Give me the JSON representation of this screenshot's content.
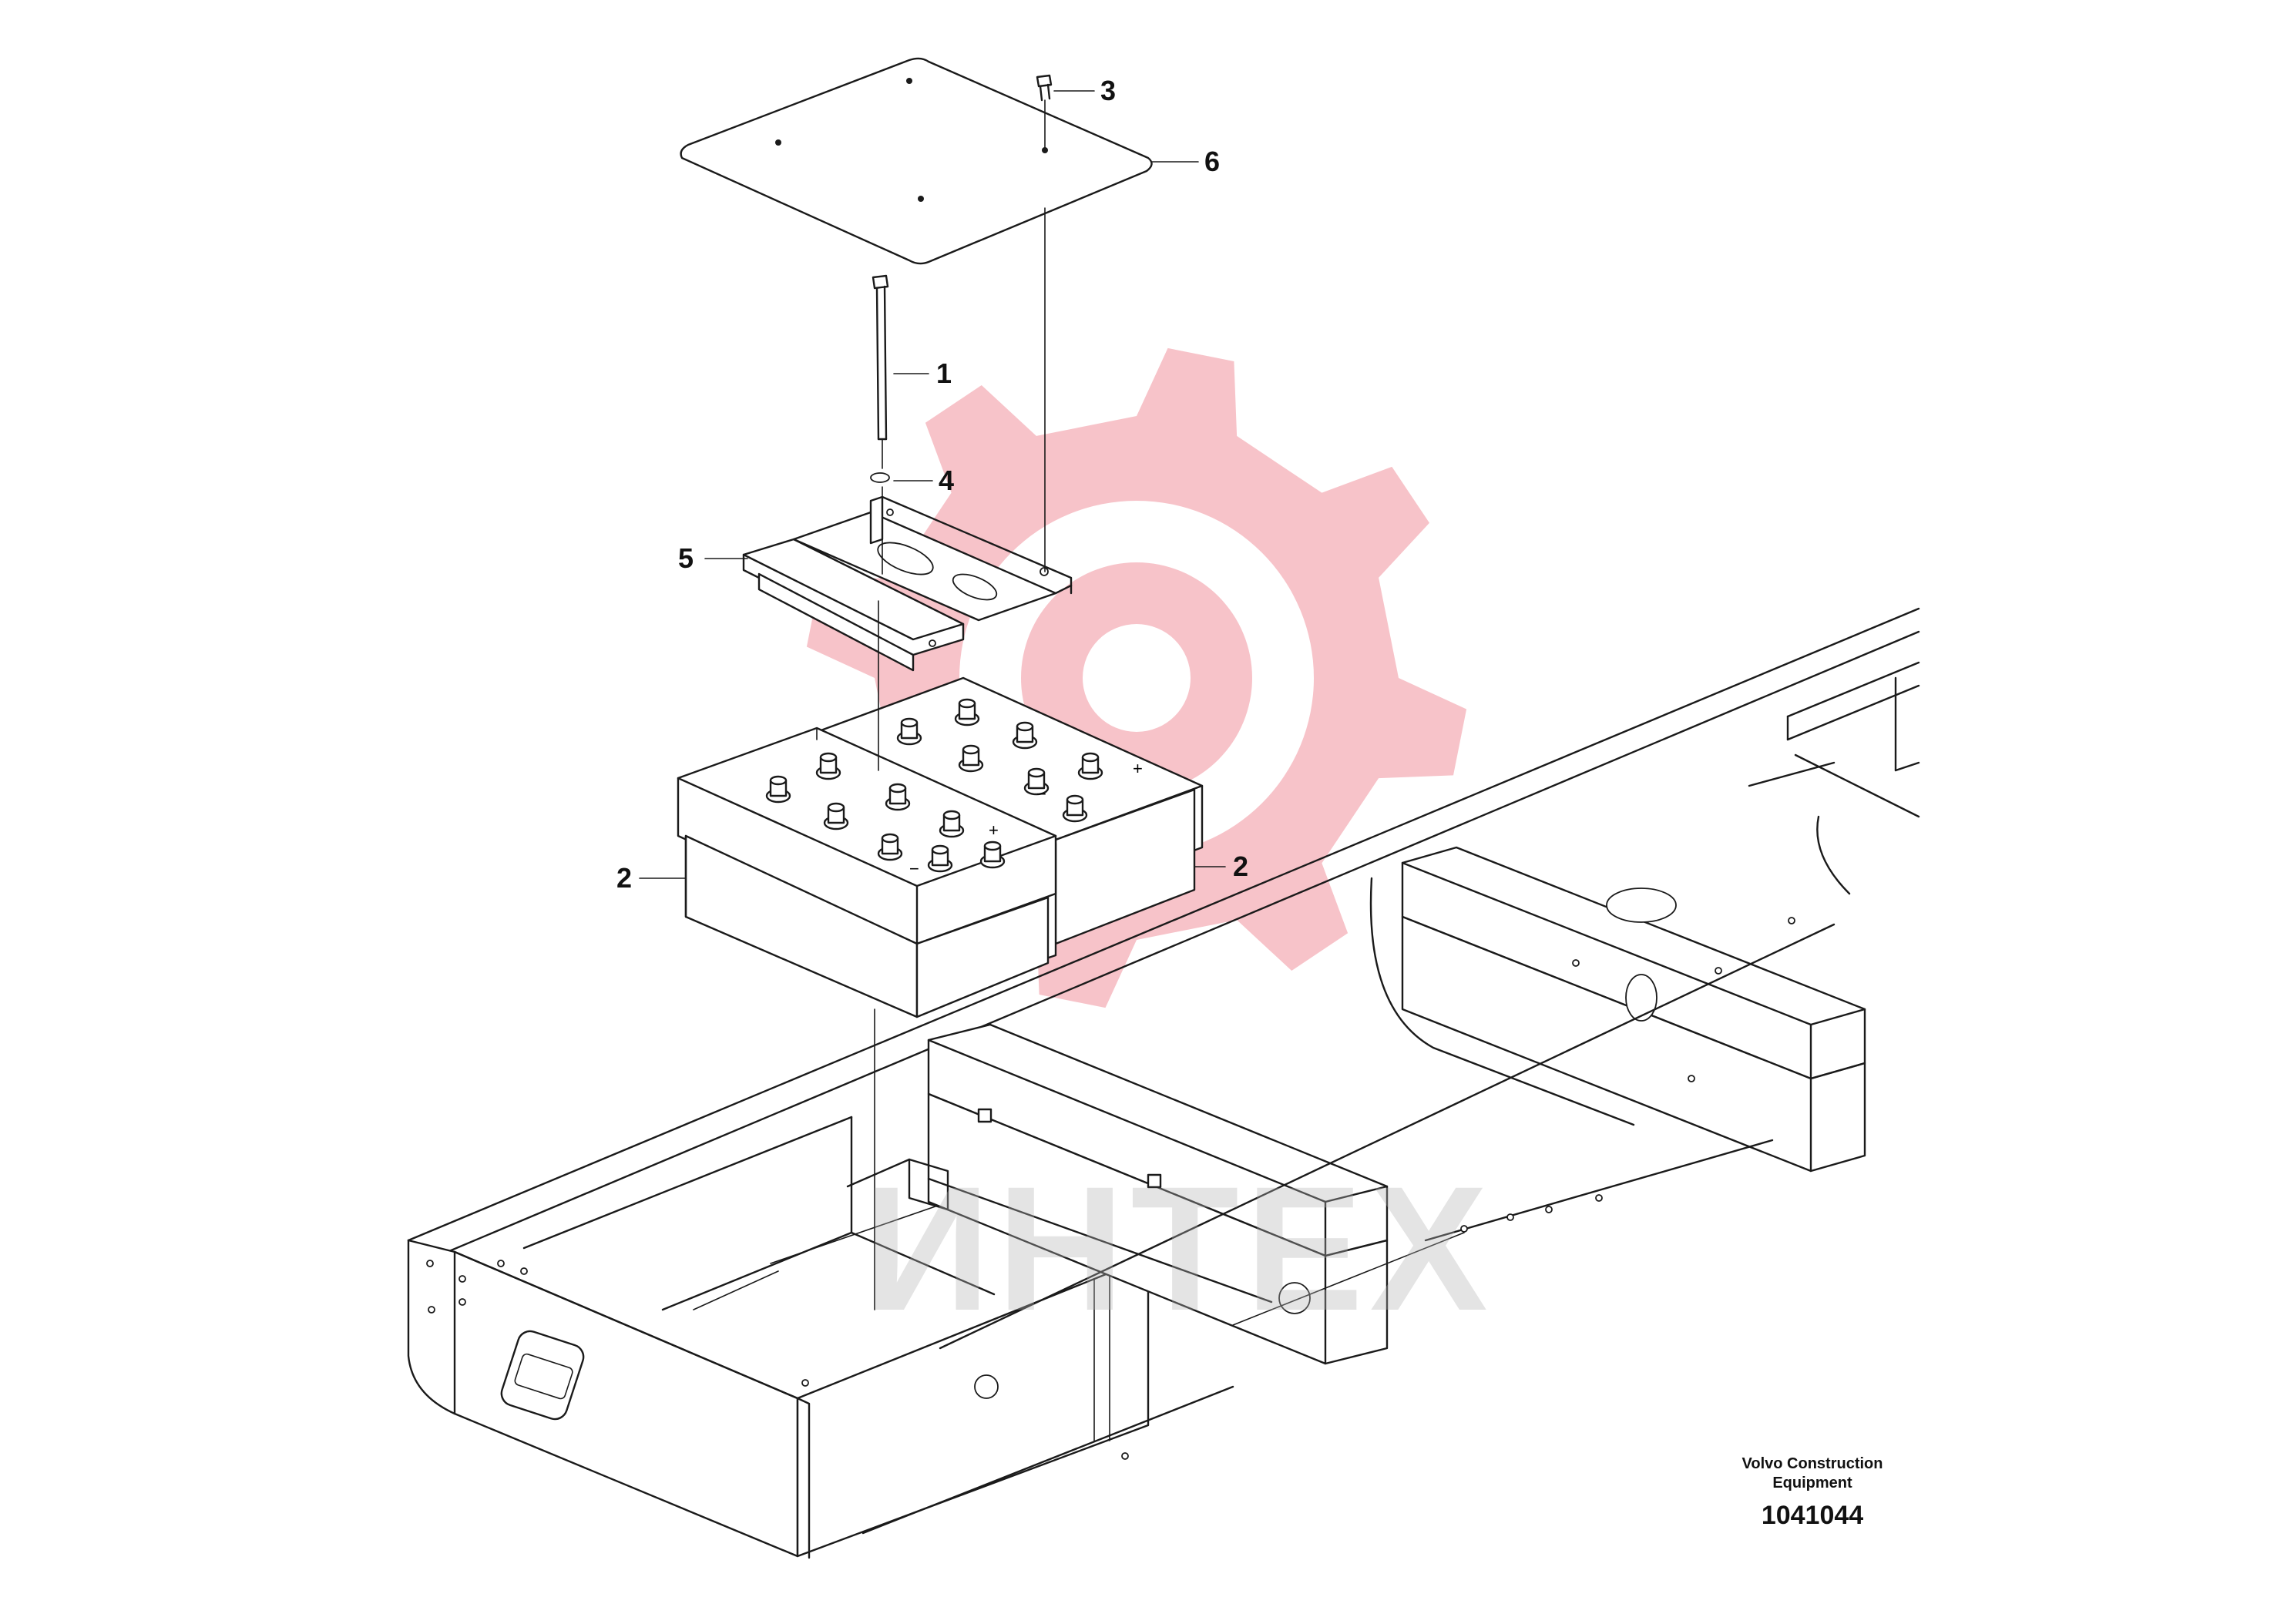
{
  "callouts": [
    {
      "id": "1",
      "label": "1"
    },
    {
      "id": "2a",
      "label": "2"
    },
    {
      "id": "2b",
      "label": "2"
    },
    {
      "id": "3",
      "label": "3"
    },
    {
      "id": "4",
      "label": "4"
    },
    {
      "id": "5",
      "label": "5"
    },
    {
      "id": "6",
      "label": "6"
    }
  ],
  "battery_terminals": {
    "minus": "−",
    "plus": "+"
  },
  "watermark": {
    "text": "ИНТЕХ",
    "gear_color": "#f6b9bf",
    "text_color": "#c8c8c8"
  },
  "footer": {
    "company_line1": "Volvo Construction",
    "company_line2": "Equipment",
    "drawing_number": "1041044"
  }
}
